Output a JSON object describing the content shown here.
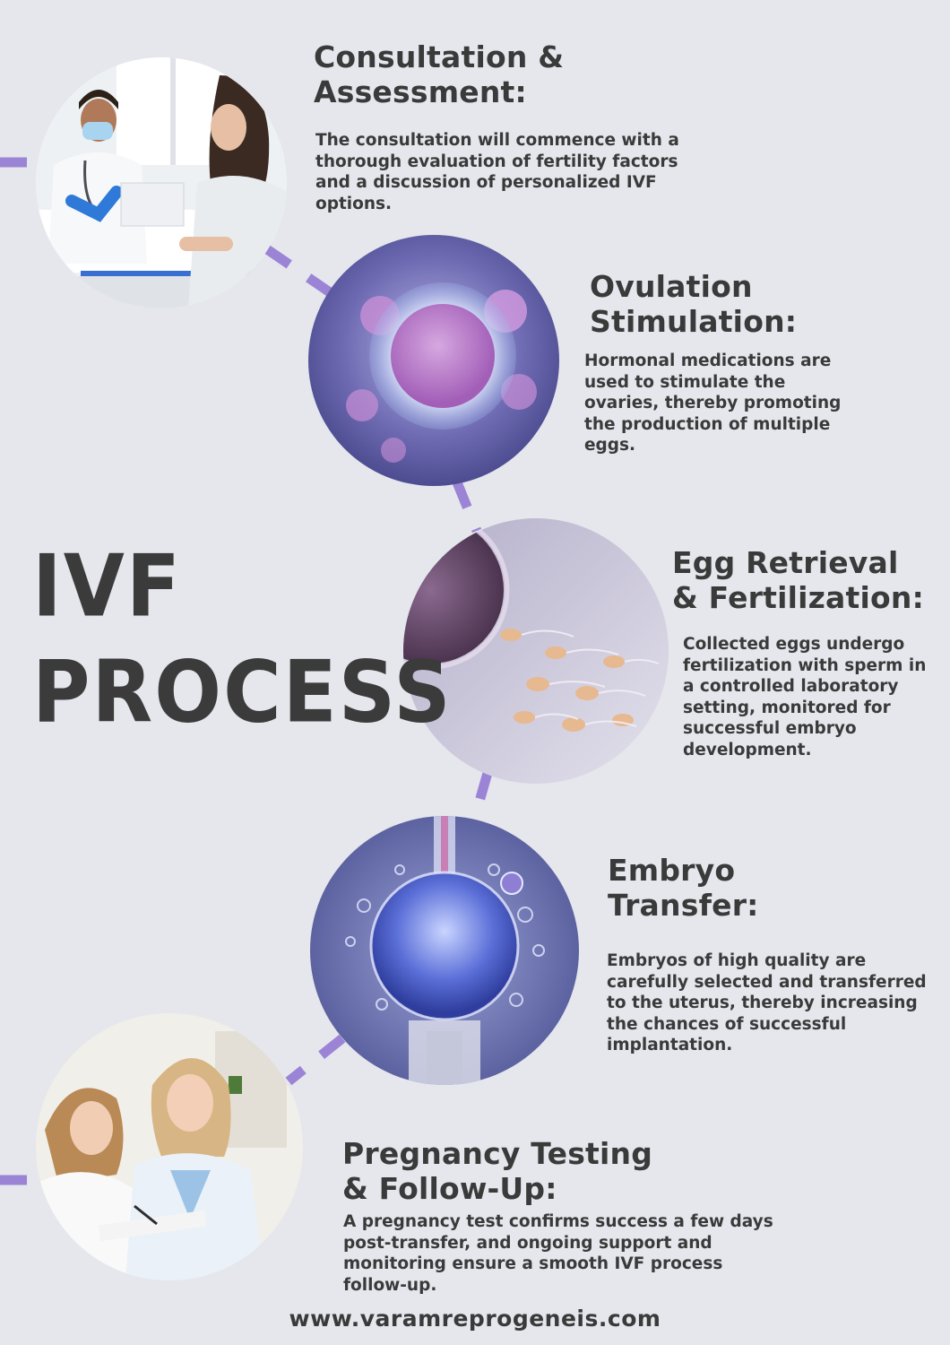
{
  "title": {
    "line1": "IVF",
    "line2": "PROCESS"
  },
  "steps": [
    {
      "title": "Consultation &\nAssessment:",
      "description": "The consultation will commence with a thorough evaluation of fertility factors and a discussion of personalized IVF options."
    },
    {
      "title": "Ovulation\nStimulation:",
      "description": "Hormonal medications are used to stimulate the ovaries, thereby promoting the production of multiple eggs."
    },
    {
      "title": "Egg Retrieval\n& Fertilization:",
      "description": "Collected eggs undergo fertilization with sperm in a controlled laboratory setting, monitored for successful embryo development."
    },
    {
      "title": "Embryo\nTransfer:",
      "description": "Embryos of high quality are carefully selected and transferred to the uterus, thereby increasing the chances of successful implantation."
    },
    {
      "title": "Pregnancy Testing\n& Follow-Up:",
      "description": "A pregnancy test confirms success a few days post-transfer, and ongoing support and monitoring ensure a smooth IVF process follow-up."
    }
  ],
  "website": "www.varamreprogeneis.com",
  "colors": {
    "background": "#e5e7ec",
    "connector": "#9b84d6",
    "text": "#3a3a3a"
  }
}
